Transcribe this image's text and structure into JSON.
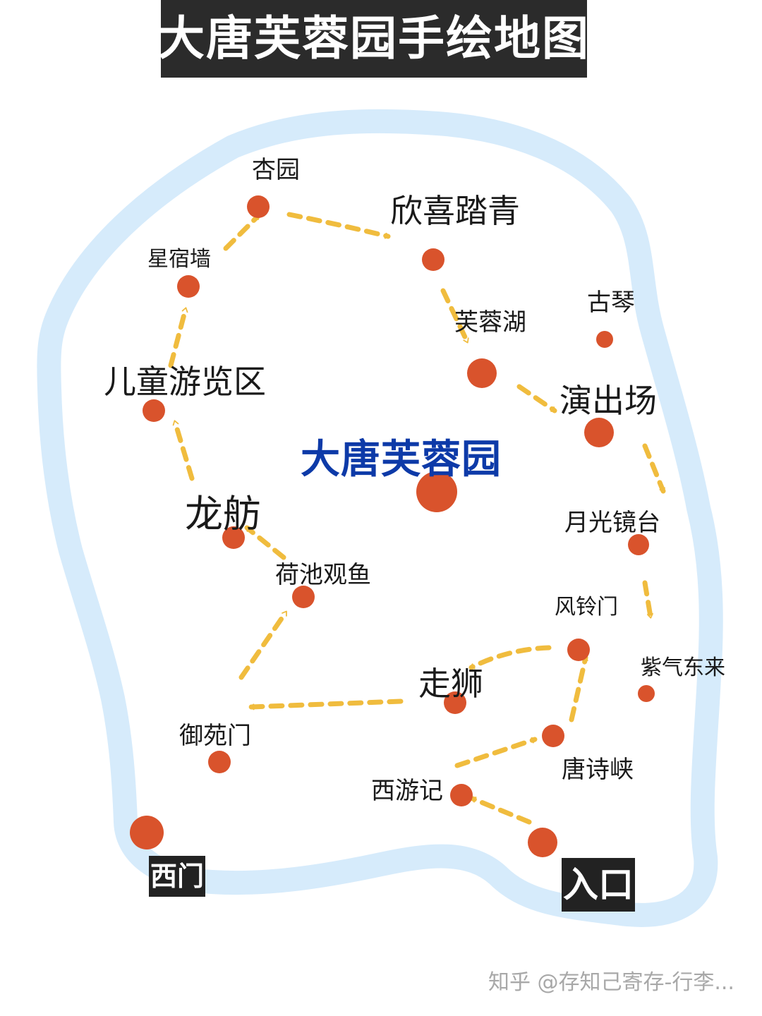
{
  "title": "大唐芙蓉园手绘地图",
  "center_label": "大唐芙蓉园",
  "gates": {
    "west": "西门",
    "entrance": "入口"
  },
  "places": {
    "xingyuan": "杏园",
    "xinxi_taqing": "欣喜踏青",
    "xingxiu_qiang": "星宿墙",
    "guqin": "古琴",
    "furong_hu": "芙蓉湖",
    "ertong_youlanqu": "儿童游览区",
    "yanchuchang": "演出场",
    "longfang": "龙舫",
    "yueguang_jingtai": "月光镜台",
    "hechi_guanyu": "荷池观鱼",
    "fengling_men": "风铃门",
    "ziqi_donglai": "紫气东来",
    "zoushi": "走狮",
    "yuyuan_men": "御苑门",
    "tangshi_xia": "唐诗峡",
    "xiyouji": "西游记"
  },
  "watermark": "知乎 @存知己寄存-行李...",
  "colors": {
    "river": "#d6ebfb",
    "marker": "#d9532c",
    "route_arrow": "#f0bc3e",
    "center_label": "#0d3aa8",
    "title_bg": "#2b2b2b",
    "gate_bg": "#222222"
  }
}
